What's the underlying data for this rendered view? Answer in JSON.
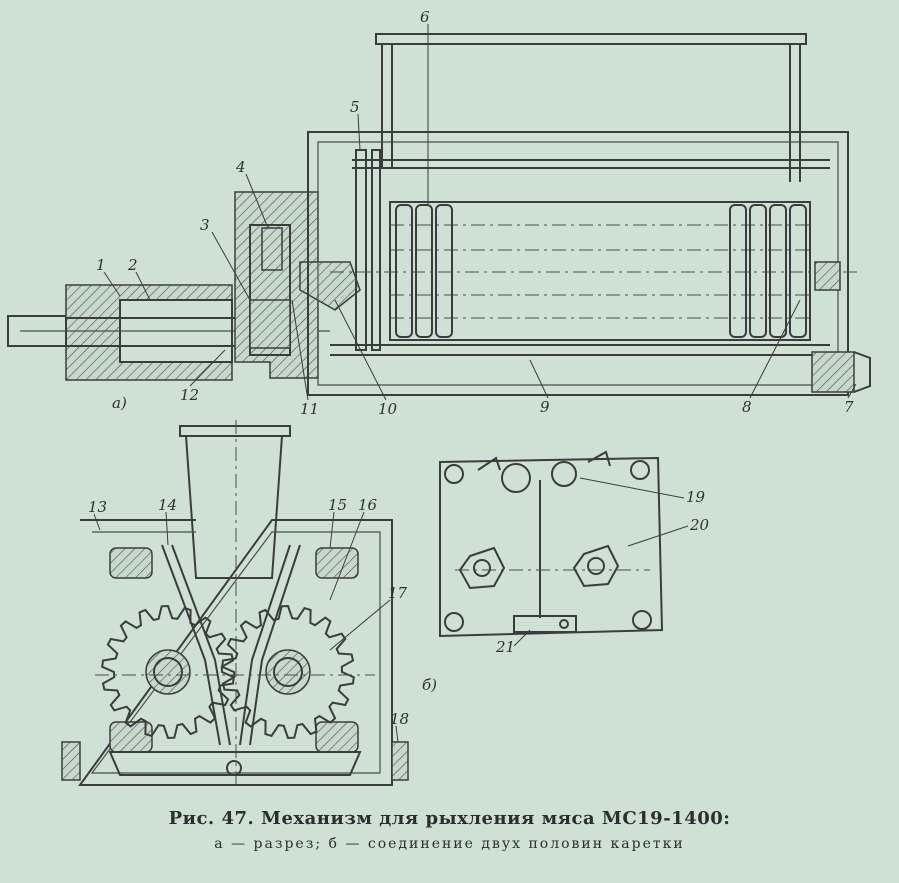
{
  "figure": {
    "caption_title": "Рис. 47. Механизм для рыхления мяса МС19-1400:",
    "caption_subtitle": "а — разрез; б — соединение двух половин каретки",
    "view_labels": {
      "a": "а)",
      "b": "б)"
    },
    "part_numbers": [
      "1",
      "2",
      "3",
      "4",
      "5",
      "6",
      "7",
      "8",
      "9",
      "10",
      "11",
      "12",
      "13",
      "14",
      "15",
      "16",
      "17",
      "18",
      "19",
      "20",
      "21"
    ]
  },
  "colors": {
    "paper": "#cfe0d4",
    "ink": "#3a3d3f"
  }
}
